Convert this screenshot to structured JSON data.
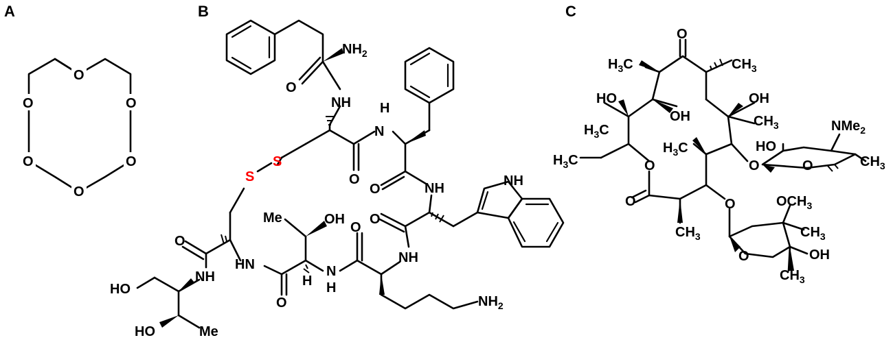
{
  "panels": {
    "a": {
      "label": "A"
    },
    "b": {
      "label": "B"
    },
    "c": {
      "label": "C"
    }
  },
  "atoms": {
    "o": "O",
    "nh2": "NH",
    "two": "2",
    "nh": "NH",
    "hn": "HN",
    "h": "H",
    "n": "N",
    "s": "S",
    "ho": "HO",
    "oh": "OH",
    "me": "Me",
    "h3c": "H",
    "three": "3",
    "c": "C",
    "ch3": "CH",
    "nme2": "NMe",
    "och3": "OCH"
  },
  "colors": {
    "sulfur": "#ff0000",
    "bonds": "#000000",
    "background": "#ffffff"
  }
}
